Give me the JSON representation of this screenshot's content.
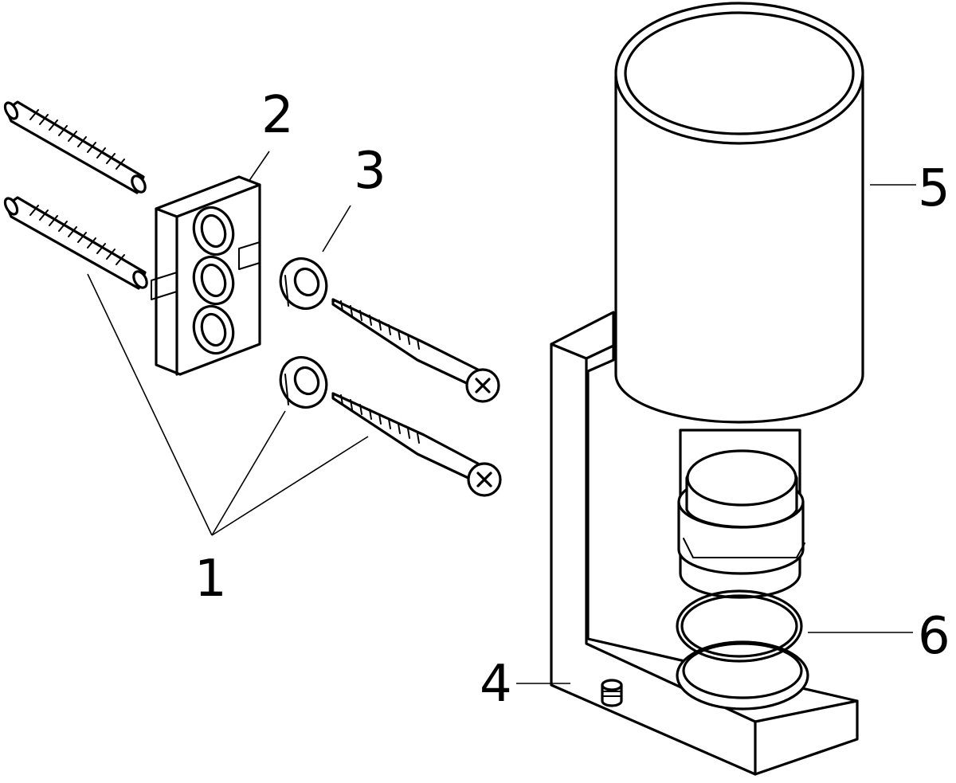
{
  "callouts": {
    "c1": "1",
    "c2": "2",
    "c3": "3",
    "c4": "4",
    "c5": "5",
    "c6": "6"
  },
  "icons": [
    "wall-plug-icon",
    "mounting-plate-icon",
    "washer-icon",
    "screw-icon",
    "set-screw-icon",
    "glass-tumbler-icon",
    "holder-bracket-icon",
    "cup-insert-icon",
    "o-ring-icon"
  ],
  "colors": {
    "line": "#000000",
    "background": "#ffffff"
  }
}
